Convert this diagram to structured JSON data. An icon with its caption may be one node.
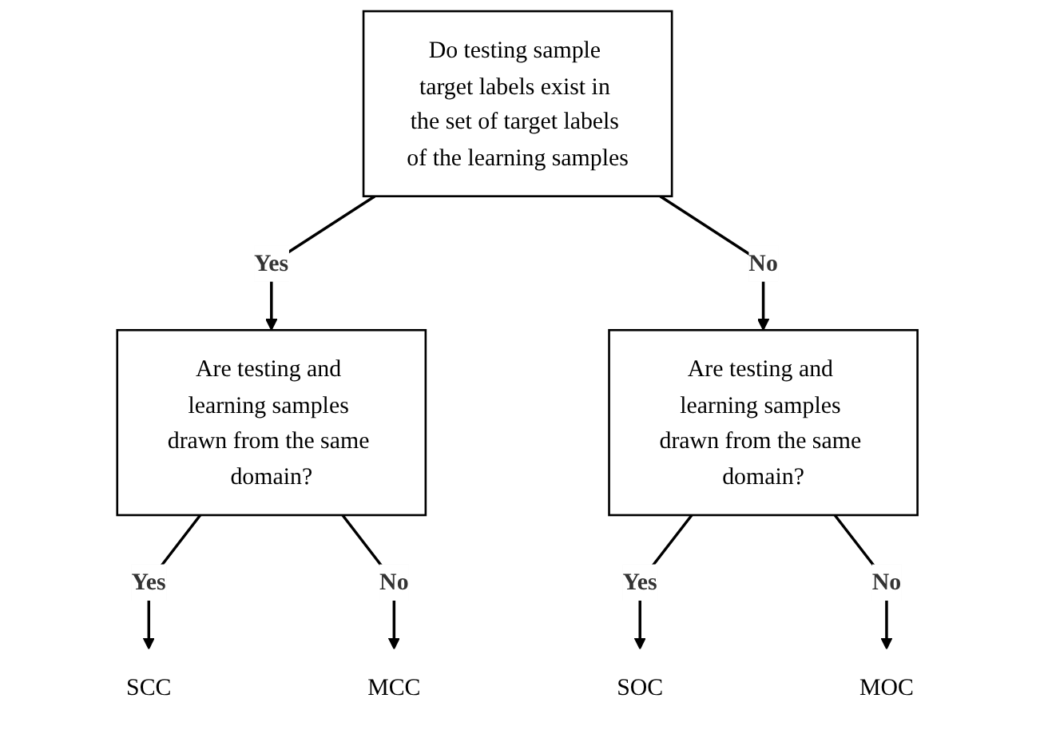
{
  "diagram": {
    "nodes": [
      {
        "text": [
          "Do testing sample target labels exist in the set of target labels of the learning samples"
        ]
      },
      {
        "text": [
          "Are testing and learning samples drawn from the same domain?"
        ]
      },
      {
        "text": [
          "Are testing and learning samples drawn from the same domain?"
        ]
      },
      {
        "text": [
          "SCC"
        ]
      },
      {
        "text": [
          "MCC"
        ]
      },
      {
        "text": [
          "SOC"
        ]
      },
      {
        "text": [
          "MOC"
        ]
      }
    ],
    "edges": [
      {
        "from": 0,
        "to": 1,
        "arrow": "to",
        "label": "Yes"
      },
      {
        "from": 0,
        "to": 2,
        "arrow": "to",
        "label": "No"
      },
      {
        "from": 1,
        "to": 3,
        "arrow": "to",
        "label": "Yes"
      },
      {
        "from": 1,
        "to": 4,
        "arrow": "to",
        "label": "No"
      },
      {
        "from": 2,
        "to": 5,
        "arrow": "to",
        "label": "Yes"
      },
      {
        "from": 2,
        "to": 6,
        "arrow": "to",
        "label": "No"
      }
    ]
  }
}
